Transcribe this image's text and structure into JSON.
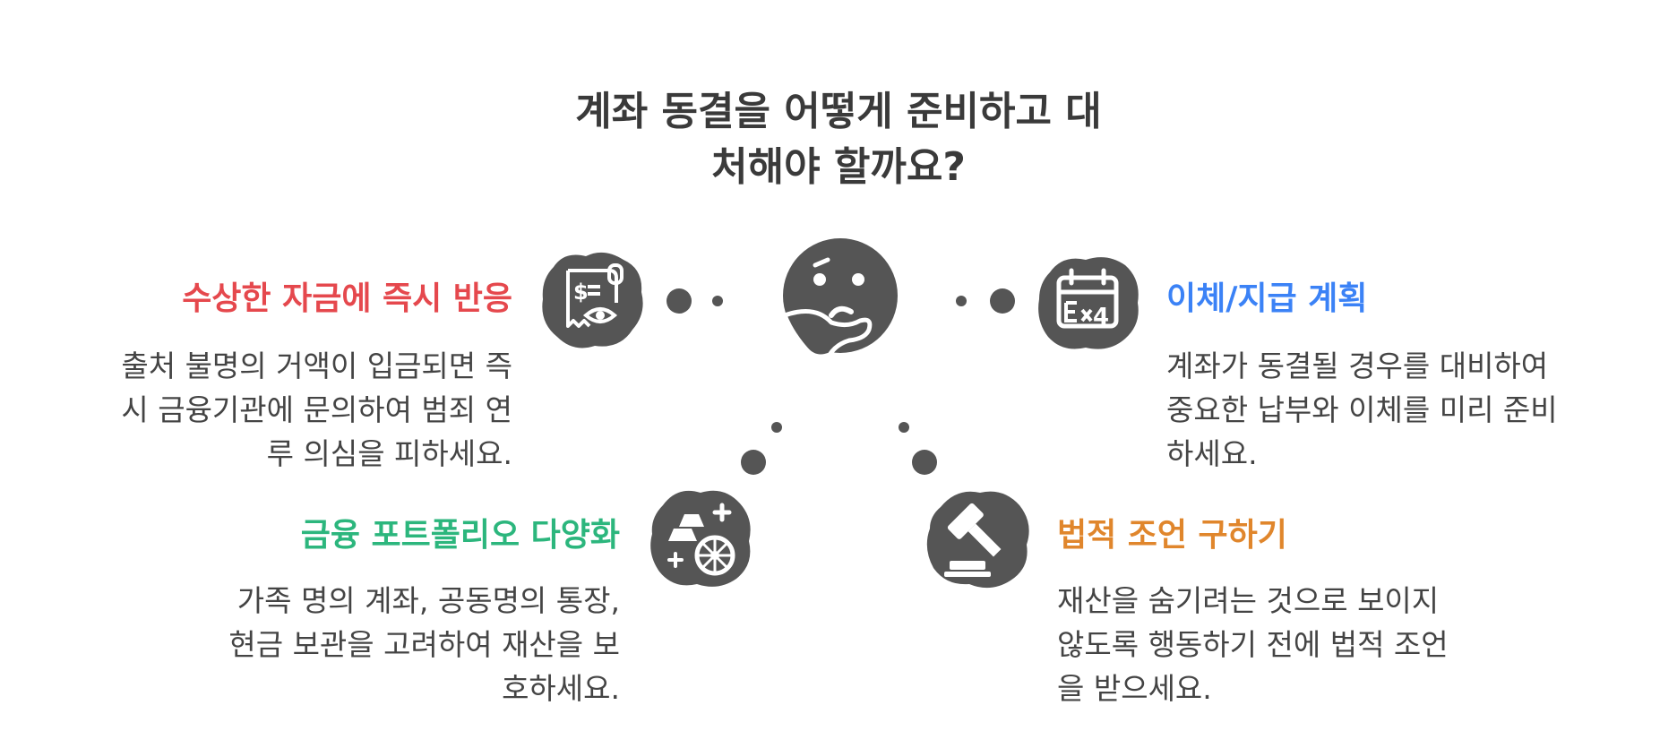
{
  "title": {
    "line1": "계좌 동결을 어떻게 준비하고 대",
    "line2": "처해야 할까요?"
  },
  "colors": {
    "red": "#e5484d",
    "blue": "#3b82f6",
    "green": "#2cb67d",
    "orange": "#e0862c",
    "icon": "#555555",
    "title": "#3a3a3a",
    "text": "#444444"
  },
  "items": {
    "suspicious_funds": {
      "heading": "수상한 자금에 즉시 반응",
      "lines": [
        "출처 불명의 거액이 입금되면 즉",
        "시 금융기관에 문의하여 범죄 연",
        "루 의심을 피하세요."
      ],
      "icon": "receipt-eye-icon"
    },
    "transfer_plan": {
      "heading": "이체/지급 계획",
      "lines": [
        "계좌가 동결될 경우를 대비하여",
        "중요한 납부와 이체를 미리 준비",
        "하세요."
      ],
      "icon": "calendar-x4-icon"
    },
    "portfolio": {
      "heading": "금융 포트폴리오 다양화",
      "lines": [
        "가족 명의 계좌, 공동명의 통장,",
        "현금 보관을 고려하여 재산을 보",
        "호하세요."
      ],
      "icon": "gold-coins-icon"
    },
    "legal_advice": {
      "heading": "법적 조언 구하기",
      "lines": [
        "재산을 숨기려는 것으로 보이지",
        "않도록 행동하기 전에 법적 조언",
        "을 받으세요."
      ],
      "icon": "gavel-icon"
    }
  },
  "center_icon": "thinking-face-icon"
}
